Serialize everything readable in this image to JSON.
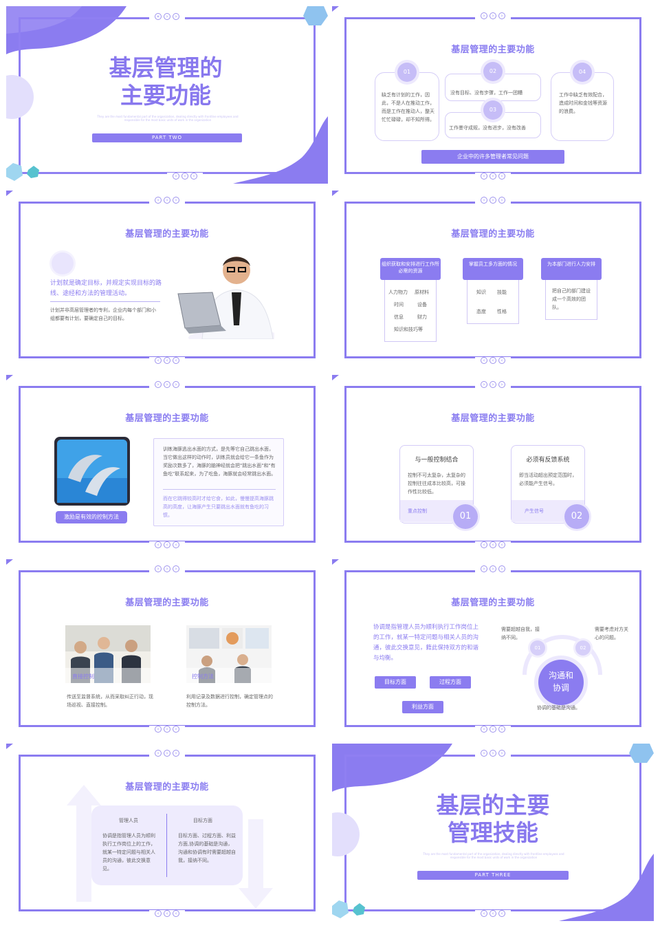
{
  "nav": {
    "left": "«",
    "mid": "‹",
    "right": "›"
  },
  "s1": {
    "title_line1": "基层管理的",
    "title_line2": "主要功能",
    "subtitle_en": "They are the most fundamental part of the organization, dealing directly with frontline employees and responsible for the most basic units of work in the organization",
    "badge": "PART TWO"
  },
  "s2": {
    "title": "基层管理的主要功能",
    "cards": [
      {
        "num": "01",
        "text": "缺乏有计划的工作，因此，不是人在推动工作，而是工作在推动人，整天忙忙碌碌，却不知所得。"
      },
      {
        "num": "02",
        "text": "没有目标、没有步骤，工作一团糟"
      },
      {
        "num": "03",
        "text": "工作墨守成规，没有进步，没有改善"
      },
      {
        "num": "04",
        "text": "工作中缺乏有效配合，造成时间和金钱等资源的浪费。"
      }
    ],
    "button": "企业中的许多管理者常见问题"
  },
  "s3": {
    "title": "基层管理的主要功能",
    "highlight": "计划就是确定目标，并规定实现目标的路线、途经和方法的管理活动。",
    "body": "计划并非高层管理者的专利，企业内每个部门和小组都要有计划，要确定自己的目标。"
  },
  "s4": {
    "title": "基层管理的主要功能",
    "cols": [
      {
        "head": "组织获取和安排进行工作所必需的资源",
        "items": [
          "人力物力",
          "原材料",
          "时间",
          "设备",
          "信息",
          "财力",
          "知识和技巧等"
        ]
      },
      {
        "head": "掌握员工多方面的情况",
        "items": [
          "知识",
          "技能",
          "态度",
          "性格"
        ]
      },
      {
        "head": "为本部门进行人力安排",
        "items": [
          "把自己的部门建设成一个高效的团队。"
        ]
      }
    ]
  },
  "s5": {
    "title": "基层管理的主要功能",
    "para1": "训练海豚逃出水面的方式，是先等它自己跳出水面，当它做出这样的动作时，训练员就会给它一条鱼作为奖励次数多了，海豚的脑神经就会把\"跳出水面\"和\"有鱼吃\"联系起来，为了吃鱼，海豚就会经常跳出水面。",
    "para2": "而在它跳得较高时才给它食，如此，慢慢提高海豚跳高的高度，让海豚产生只要跳出水面就有鱼吃的习惯。",
    "caption": "激励是有效的控制方法"
  },
  "s6": {
    "title": "基层管理的主要功能",
    "cards": [
      {
        "head": "与一般控制结合",
        "text": "控制不可太复杂，太复杂的控制往往成本比较高，可操作性比较低。",
        "tag": "重点控制",
        "num": "01"
      },
      {
        "head": "必须有反馈系统",
        "text": "即当活动超出预定范围时，必须能产生信号。",
        "tag": "产生信号",
        "num": "02"
      }
    ]
  },
  "s7": {
    "title": "基层管理的主要功能",
    "items": [
      {
        "label": "直接控制",
        "text": "传送至监督系统，从而采取纠正行动，现场巡视、直接控制。"
      },
      {
        "label": "控制方法",
        "text": "利用记录及数据进行控制，确定管理点的控制方法。"
      }
    ]
  },
  "s8": {
    "title": "基层管理的主要功能",
    "intro": "协调是指管理人员为顺利执行工作岗位上的工作，就某一特定问题与相关人员的沟通，彼此交换意见，籍此保持双方的和谐与均衡。",
    "buttons": [
      "目标方面",
      "过程方面",
      "利益方面"
    ],
    "left_note": "需要超越自我，接纳不同。",
    "right_note": "需要考虑对方关心的问题。",
    "n1": "01",
    "n2": "02",
    "center_l1": "沟通和",
    "center_l2": "协调",
    "footer": "协调的基础是沟通。"
  },
  "s9": {
    "title": "基层管理的主要功能",
    "left_head": "管理人员",
    "left_text": "协调是指管理人员为顺利执行工作岗位上的工作，就某一特定问题与相关人员的沟通，彼此交换意见。",
    "right_head": "目标方面",
    "right_text": "目标方面、过程方面、利益方面,协调的基础是沟通，沟通和协调有时需要超越自我，接纳不同。"
  },
  "s10": {
    "title_line1": "基层的主要",
    "title_line2": "管理技能",
    "subtitle_en": "They are the most fundamental part of the organization, dealing directly with frontline employees and responsible for the most basic units of work in the organization",
    "badge": "PART THREE"
  }
}
